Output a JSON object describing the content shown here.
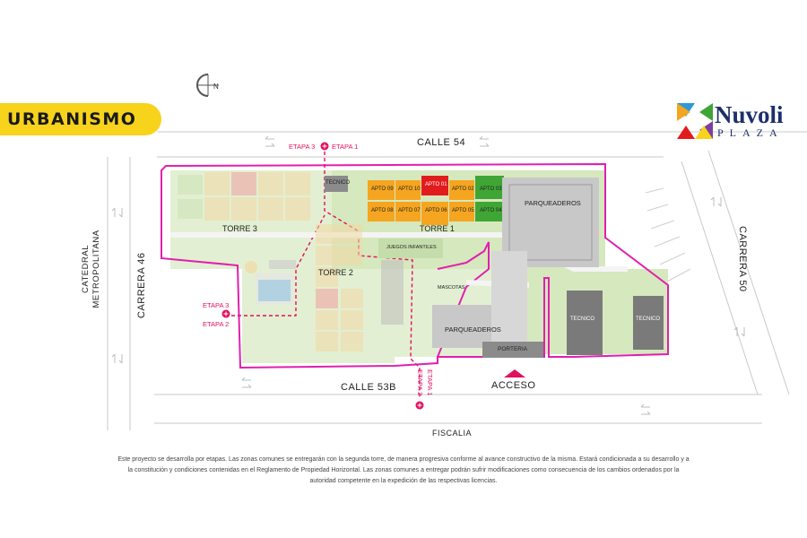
{
  "section_title": "URBANISMO",
  "brand": {
    "name": "Nuvoli",
    "sub": "PLAZA"
  },
  "compass": {
    "letter": "N"
  },
  "streets": {
    "calle_54": "CALLE 54",
    "calle_53b": "CALLE 53B",
    "carrera_46": "CARRERA 46",
    "carrera_50": "CARRERA 50",
    "catedral": "CATEDRAL METROPOLITANA",
    "fiscalia": "FISCALIA"
  },
  "buildings": {
    "torre_1": "TORRE 1",
    "torre_2": "TORRE 2",
    "torre_3": "TORRE 3",
    "parqueaderos_top": "PARQUEADEROS",
    "parqueaderos_bottom": "PARQUEADEROS",
    "porteria": "PORTERIA",
    "tecnico_1": "TECNICO",
    "tecnico_2": "TECNICO",
    "tecnico_3": "TECNICO",
    "juegos": "JUEGOS INFANTILES",
    "mascotas": "MASCOTAS",
    "acceso": "ACCESO"
  },
  "apartments": {
    "a09": "APTO 09",
    "a10": "APTO 10",
    "a01": "APTO 01",
    "a02": "APTO 02",
    "a03": "APTO 03",
    "a08": "APTO 08",
    "a07": "APTO 07",
    "a06": "APTO 06",
    "a05": "APTO 05",
    "a04": "APTO 04"
  },
  "etapas": {
    "top_left": "ETAPA 3",
    "top_right": "ETAPA 1",
    "left_top": "ETAPA 3",
    "left_bottom": "ETAPA 2",
    "bottom_a": "ETAPA 1",
    "bottom_b": "ETAPA 2"
  },
  "colors": {
    "accent_yellow": "#f7d31b",
    "boundary_magenta": "#e020b0",
    "etapa_red": "#e0115f",
    "apto_orange": "#f5a51f",
    "apto_red": "#e21c1c",
    "apto_green": "#3fa535",
    "green_area": "#dcebc5",
    "brand_navy": "#1d2f6b"
  },
  "disclaimer": "Este proyecto se desarrolla por etapas. Las zonas comunes se entregarán con la segunda torre, de manera progresiva conforme al avance constructivo de la misma. Estará condicionada a su desarrollo y a la constitución y condiciones contenidas en el Reglamento de Propiedad Horizontal. Las zonas comunes a entregar podrán sufrir modificaciones como consecuencia de los cambios ordenados por la autoridad competente en la expedición de las respectivas licencias."
}
